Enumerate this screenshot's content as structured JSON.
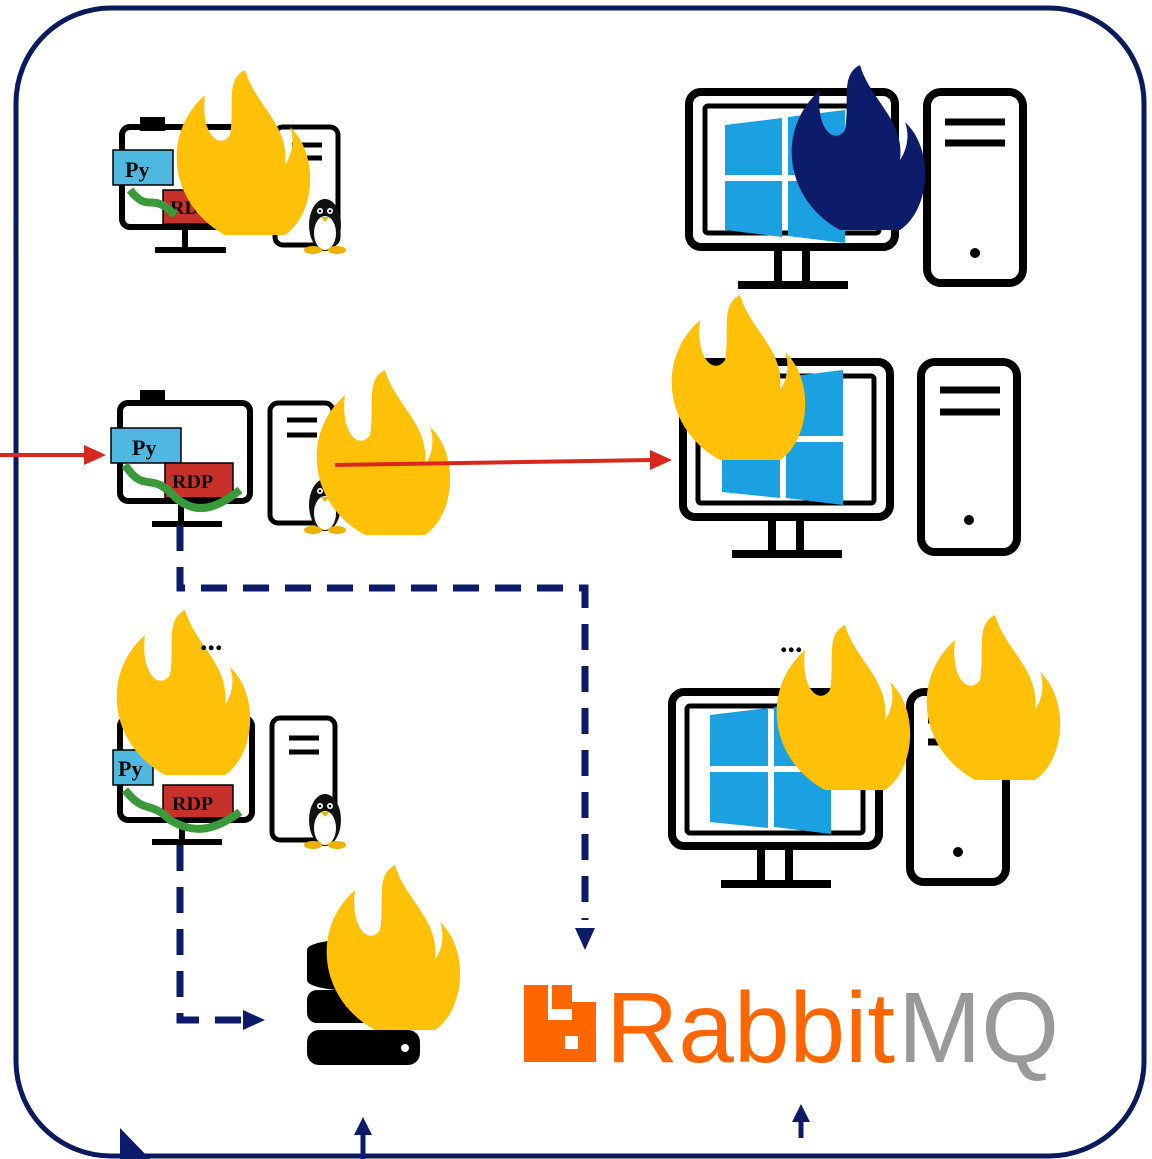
{
  "colors": {
    "border": "#0a1a5c",
    "flame": "#ffc107",
    "flame_dark": "#0d1b6b",
    "arrow_red": "#d8281e",
    "arrow_navy": "#0d1b6b",
    "windows_blue": "#1ba1e2",
    "py_blue": "#4fb8e0",
    "rdp_red": "#c8302a",
    "rabbit_orange": "#ff6600",
    "mq_gray": "#999999"
  },
  "labels": {
    "py": "Py",
    "rdp": "RDP",
    "ellipsis": "...",
    "rabbit": "Rabbit",
    "mq": "MQ"
  },
  "icons": [
    "linux-workstation-icon",
    "windows-workstation-icon",
    "database-icon",
    "rabbitmq-logo",
    "fire-icon",
    "python-rdp-badge"
  ]
}
